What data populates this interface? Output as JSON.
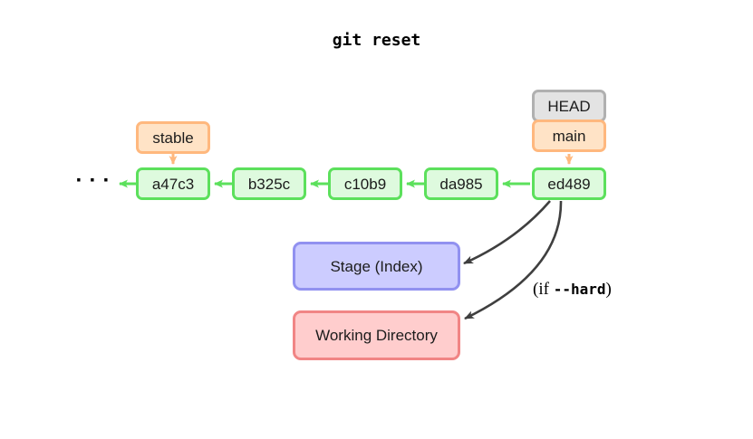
{
  "title": "git reset",
  "refs": {
    "head": "HEAD",
    "main": "main",
    "stable": "stable"
  },
  "commits": [
    "a47c3",
    "b325c",
    "c10b9",
    "da985",
    "ed489"
  ],
  "ellipsis": "···",
  "areas": {
    "stage": "Stage (Index)",
    "working_directory": "Working Directory"
  },
  "annotation": {
    "prefix": "(if ",
    "code": "--hard",
    "suffix": ")"
  },
  "colors": {
    "commit_border": "#5ce05c",
    "commit_fill": "#defade",
    "ref_border": "#ffb87e",
    "ref_fill": "#ffe3c6",
    "head_border": "#b0b0b0",
    "head_fill": "#e3e3e3",
    "stage_border": "#9191f0",
    "stage_fill": "#ccccff",
    "workdir_border": "#f18585",
    "workdir_fill": "#ffcdcd",
    "arrow_dark": "#3f3f3f"
  }
}
